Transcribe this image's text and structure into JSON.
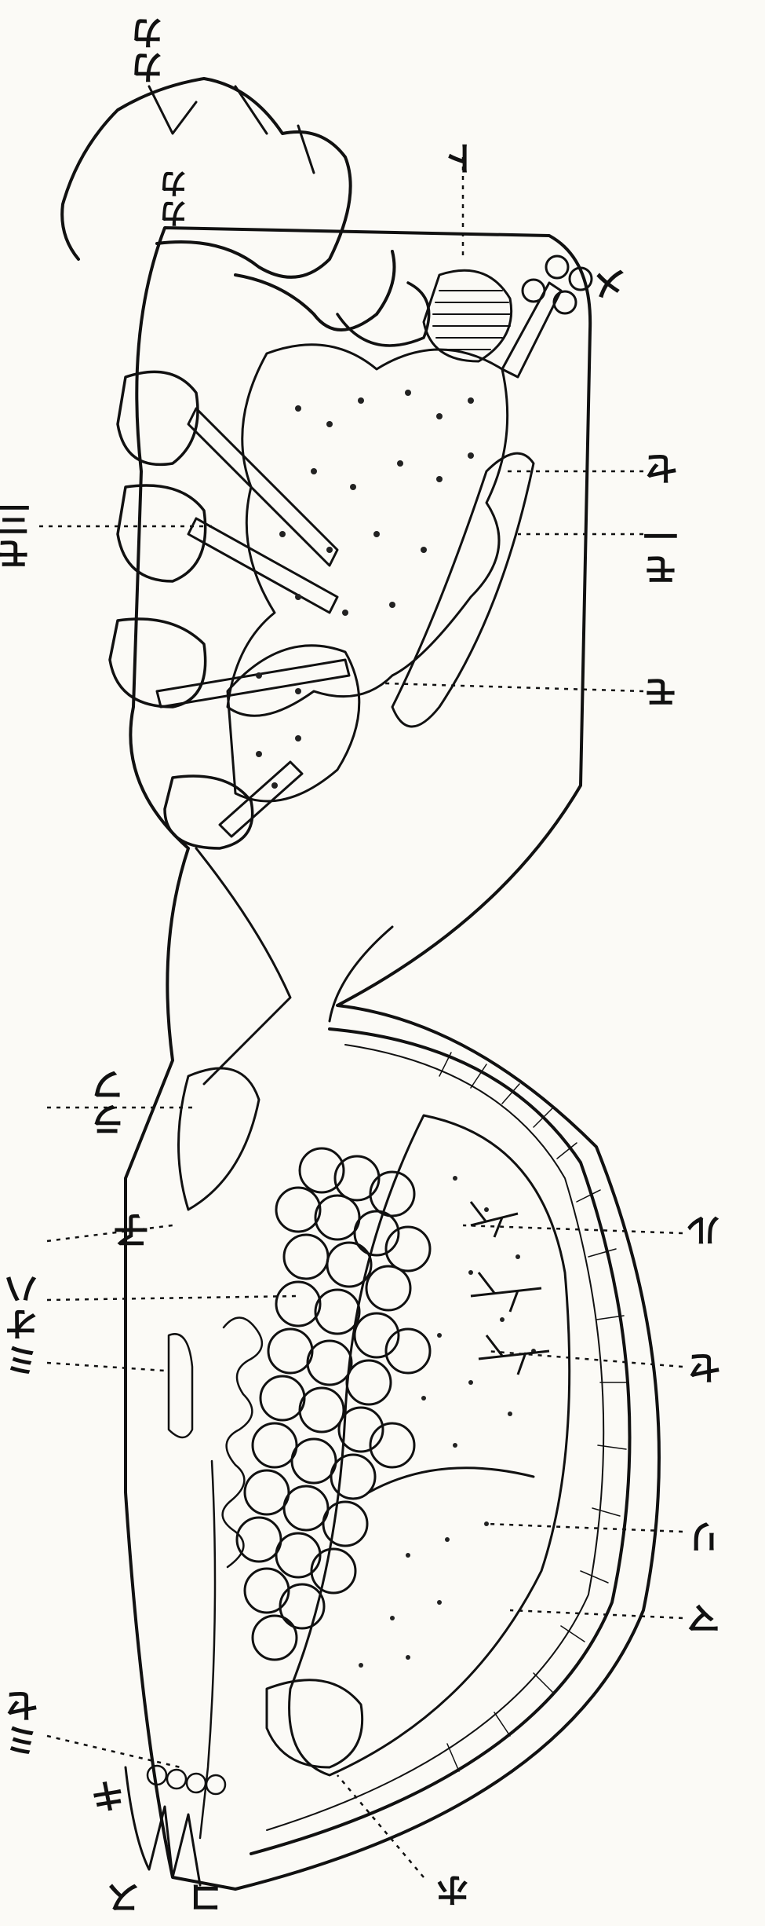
{
  "labels": {
    "top_a": "カカ",
    "top_b": "カカ",
    "to": "ト",
    "me": "メ",
    "se": "セ",
    "mo1": "モ一",
    "mo": "モ",
    "mo3": "モ三",
    "raf": "ラフ",
    "ko": "子",
    "ru": "ル",
    "oha": "オハ",
    "se2": "セ",
    "mi": "ミ",
    "ri": "リ",
    "ma": "マ",
    "mise": "ミセ",
    "ki": "キ",
    "su": "ス",
    "ko2": "コ",
    "ho": "ホ"
  }
}
